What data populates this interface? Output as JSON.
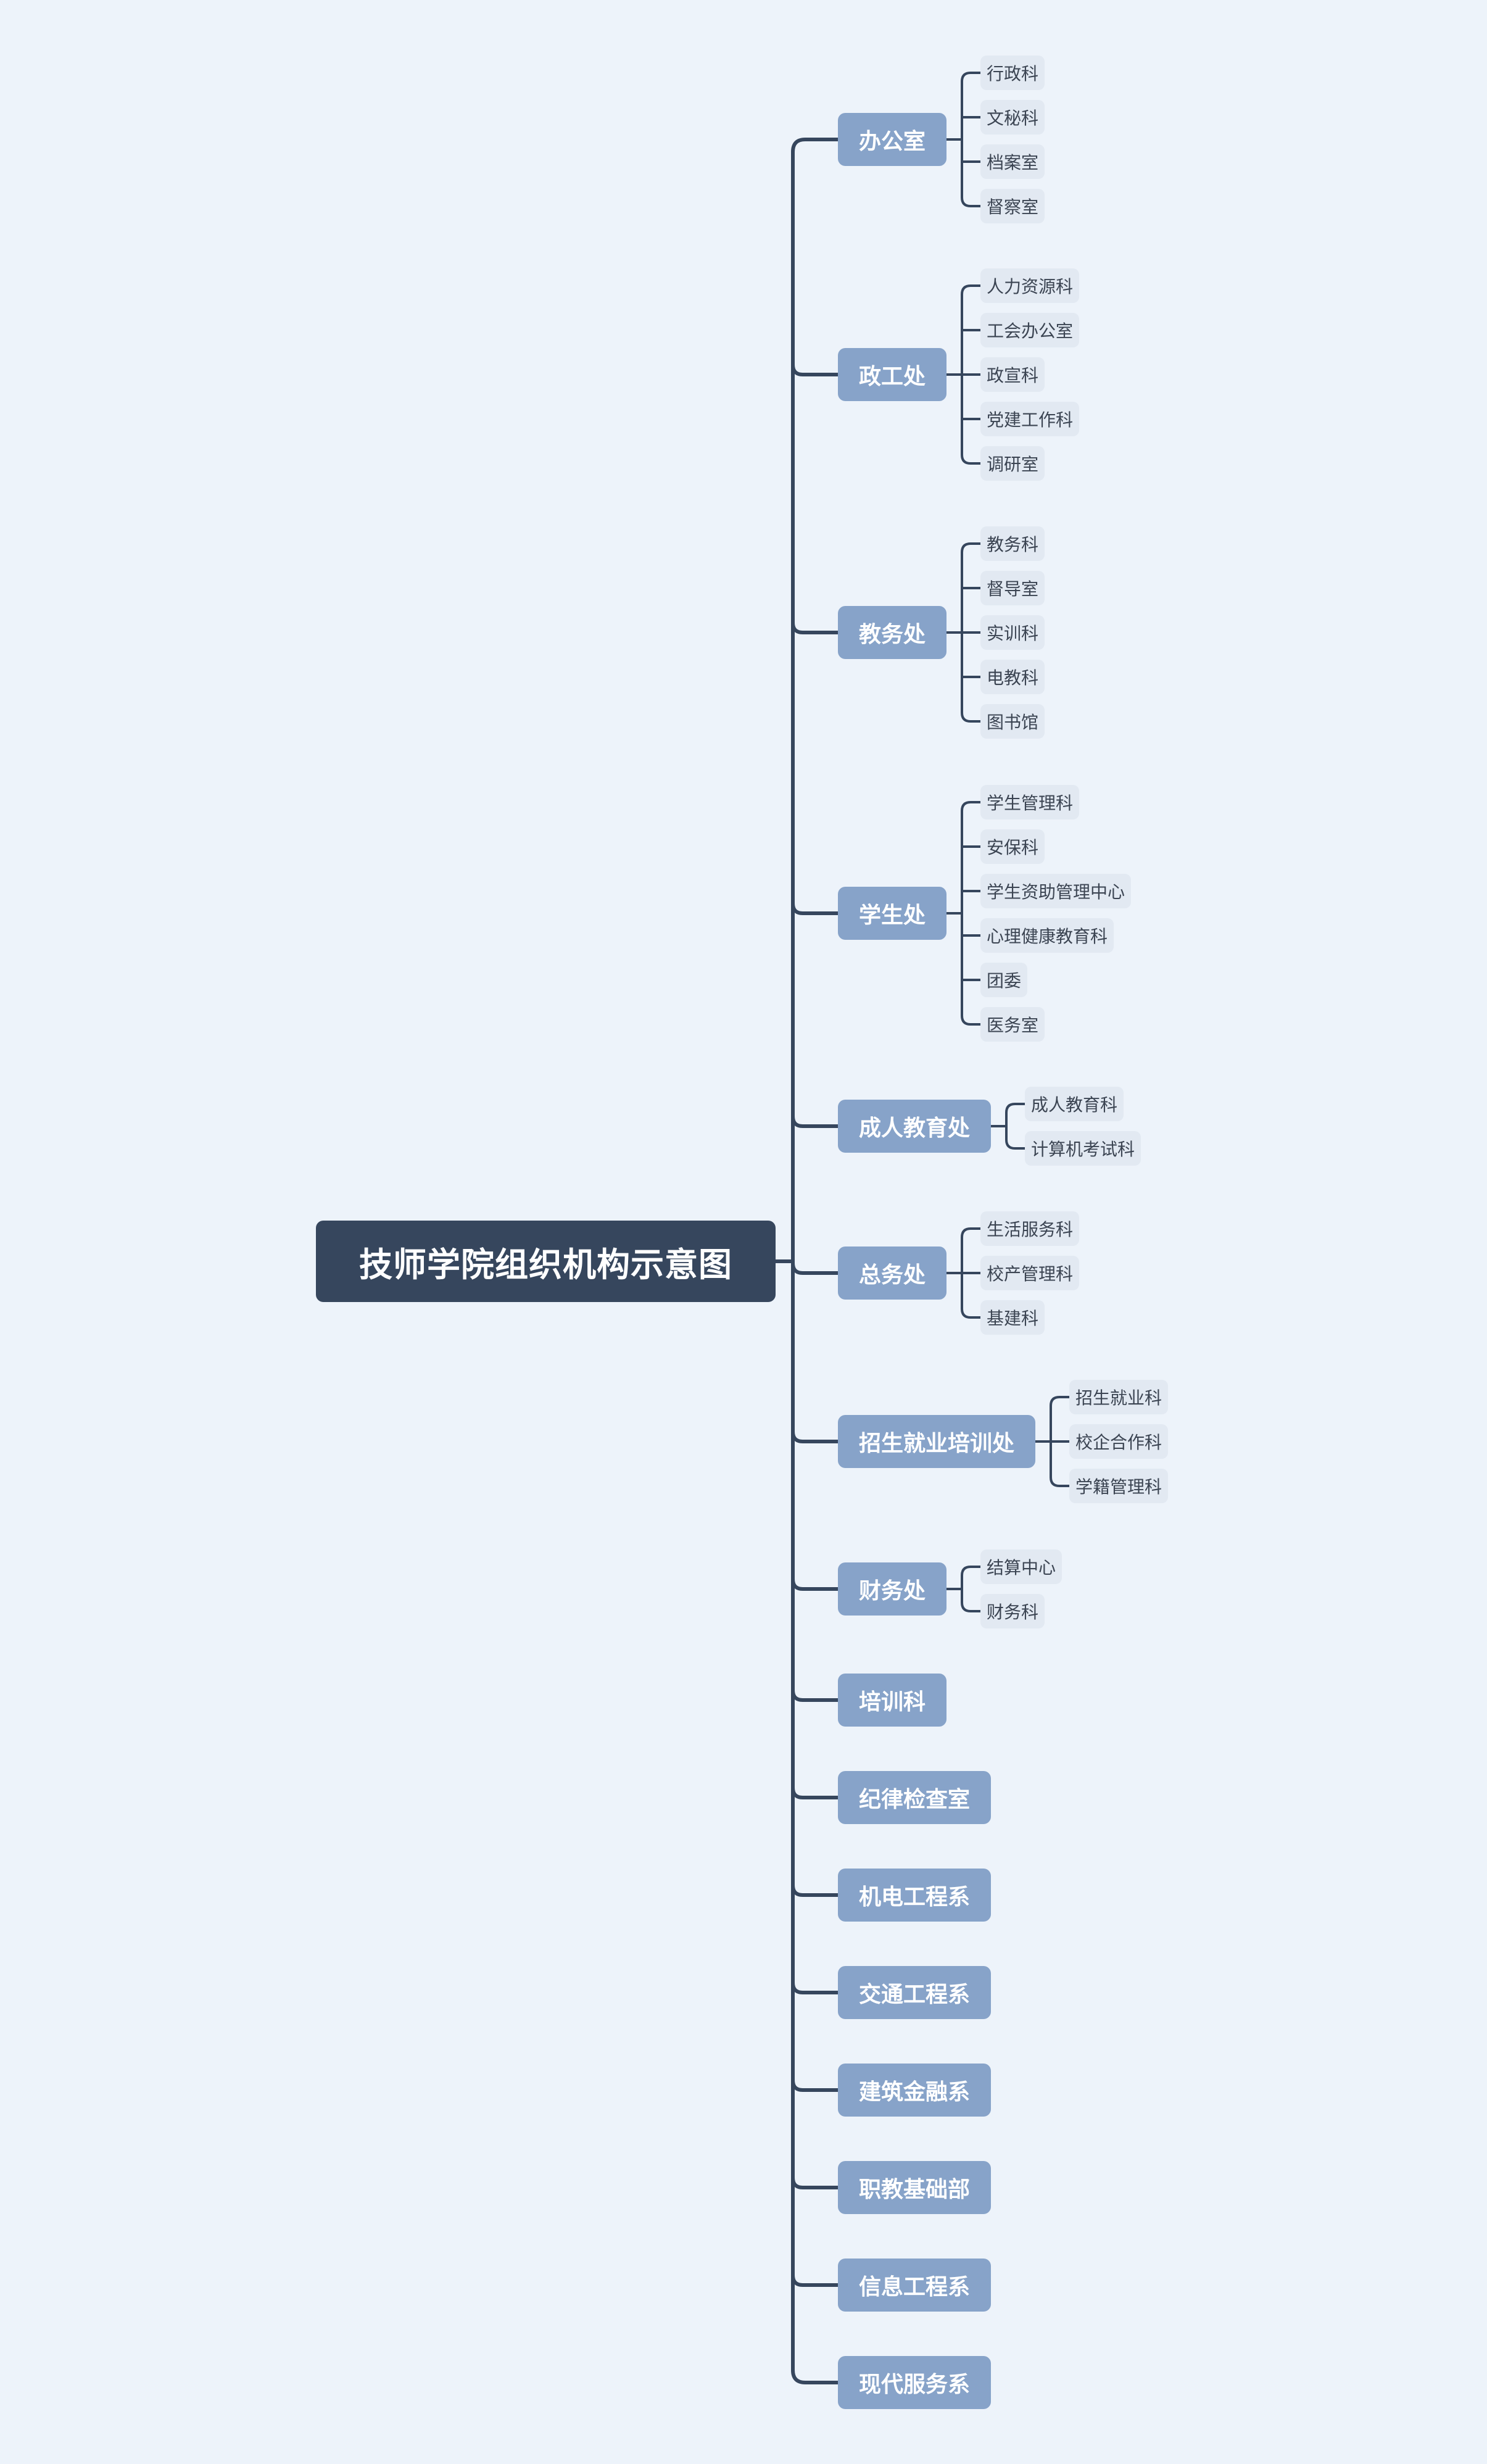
{
  "title": "技师学院组织机构示意图",
  "departments": [
    {
      "name": "办公室",
      "children": [
        "行政科",
        "文秘科",
        "档案室",
        "督察室"
      ]
    },
    {
      "name": "政工处",
      "children": [
        "人力资源科",
        "工会办公室",
        "政宣科",
        "党建工作科",
        "调研室"
      ]
    },
    {
      "name": "教务处",
      "children": [
        "教务科",
        "督导室",
        "实训科",
        "电教科",
        "图书馆"
      ]
    },
    {
      "name": "学生处",
      "children": [
        "学生管理科",
        "安保科",
        "学生资助管理中心",
        "心理健康教育科",
        "团委",
        "医务室"
      ]
    },
    {
      "name": "成人教育处",
      "children": [
        "成人教育科",
        "计算机考试科"
      ]
    },
    {
      "name": "总务处",
      "children": [
        "生活服务科",
        "校产管理科",
        "基建科"
      ]
    },
    {
      "name": "招生就业培训处",
      "children": [
        "招生就业科",
        "校企合作科",
        "学籍管理科"
      ]
    },
    {
      "name": "财务处",
      "children": [
        "结算中心",
        "财务科"
      ]
    },
    {
      "name": "培训科",
      "children": []
    },
    {
      "name": "纪律检查室",
      "children": []
    },
    {
      "name": "机电工程系",
      "children": []
    },
    {
      "name": "交通工程系",
      "children": []
    },
    {
      "name": "建筑金融系",
      "children": []
    },
    {
      "name": "职教基础部",
      "children": []
    },
    {
      "name": "信息工程系",
      "children": []
    },
    {
      "name": "现代服务系",
      "children": []
    }
  ],
  "colors": {
    "background": "#edf3fa",
    "root_fill": "#36465d",
    "dept_fill": "#87a3c9",
    "sub_fill": "#e2e9f2",
    "connector": "#36465d"
  }
}
